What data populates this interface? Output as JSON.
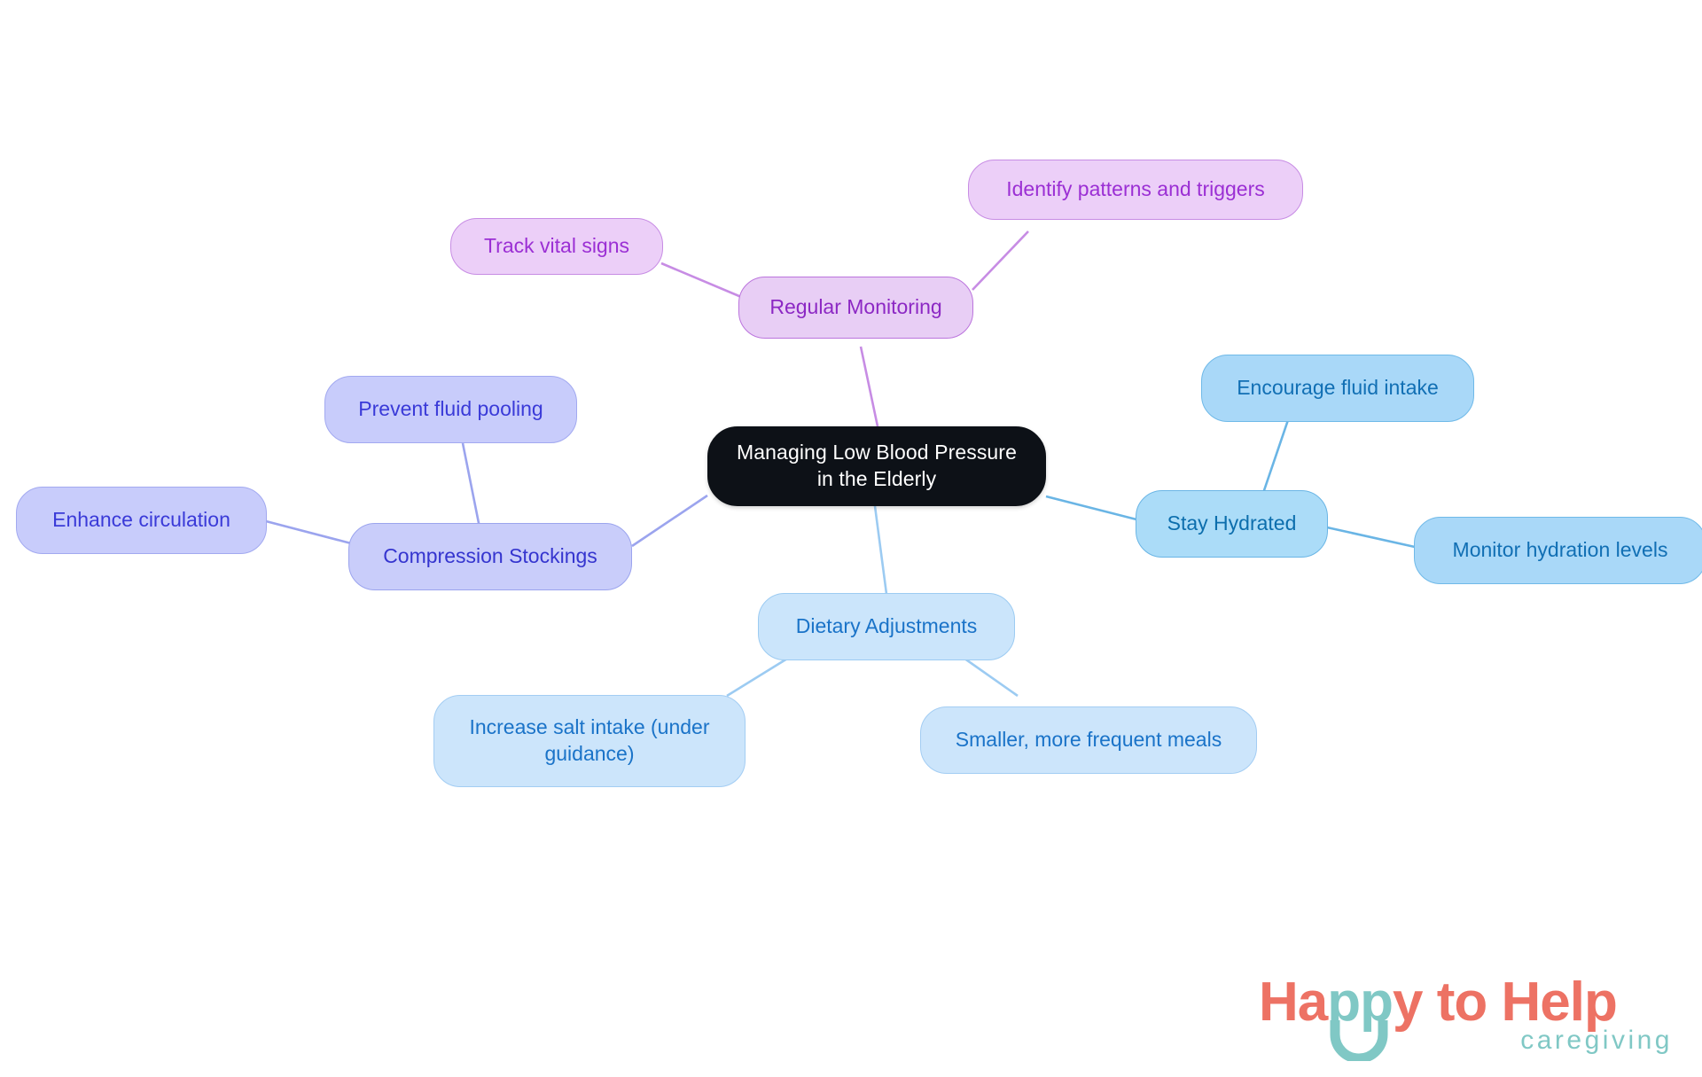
{
  "diagram": {
    "type": "mindmap",
    "title": "Managing Low Blood Pressure in the Elderly",
    "background_color": "#ffffff",
    "central": {
      "label": "Managing Low Blood Pressure\nin the Elderly",
      "fill": "#0d1117",
      "text_color": "#ffffff"
    },
    "branches": [
      {
        "id": "regular-monitoring",
        "label": "Regular Monitoring",
        "fill": "#e8cef5",
        "stroke": "#bb74dd",
        "text_color": "#8c28c4",
        "children": [
          {
            "id": "track-vital-signs",
            "label": "Track vital signs"
          },
          {
            "id": "identify-patterns-and-triggers",
            "label": "Identify patterns and triggers"
          }
        ]
      },
      {
        "id": "compression-stockings",
        "label": "Compression Stockings",
        "fill": "#c9cdfa",
        "stroke": "#9ba4ee",
        "text_color": "#3535cf",
        "children": [
          {
            "id": "prevent-fluid-pooling",
            "label": "Prevent fluid pooling"
          },
          {
            "id": "enhance-circulation",
            "label": "Enhance circulation"
          }
        ]
      },
      {
        "id": "stay-hydrated",
        "label": "Stay Hydrated",
        "fill": "#abdcf8",
        "stroke": "#6ab5e5",
        "text_color": "#0c6ead",
        "children": [
          {
            "id": "encourage-fluid-intake",
            "label": "Encourage fluid intake"
          },
          {
            "id": "monitor-hydration-levels",
            "label": "Monitor hydration levels"
          }
        ]
      },
      {
        "id": "dietary-adjustments",
        "label": "Dietary Adjustments",
        "fill": "#cbe5fb",
        "stroke": "#9ccbf2",
        "text_color": "#1a73c8",
        "children": [
          {
            "id": "increase-salt-intake",
            "label": "Increase salt intake (under\nguidance)"
          },
          {
            "id": "smaller-more-frequent-meals",
            "label": "Smaller, more frequent meals"
          }
        ]
      }
    ]
  },
  "logo": {
    "word_happy_ha": "Ha",
    "word_happy_pp": "pp",
    "word_happy_y": "y",
    "word_to_help": " to Help",
    "tagline": "caregiving",
    "coral": "#ed7264",
    "teal": "#80c8c5"
  }
}
